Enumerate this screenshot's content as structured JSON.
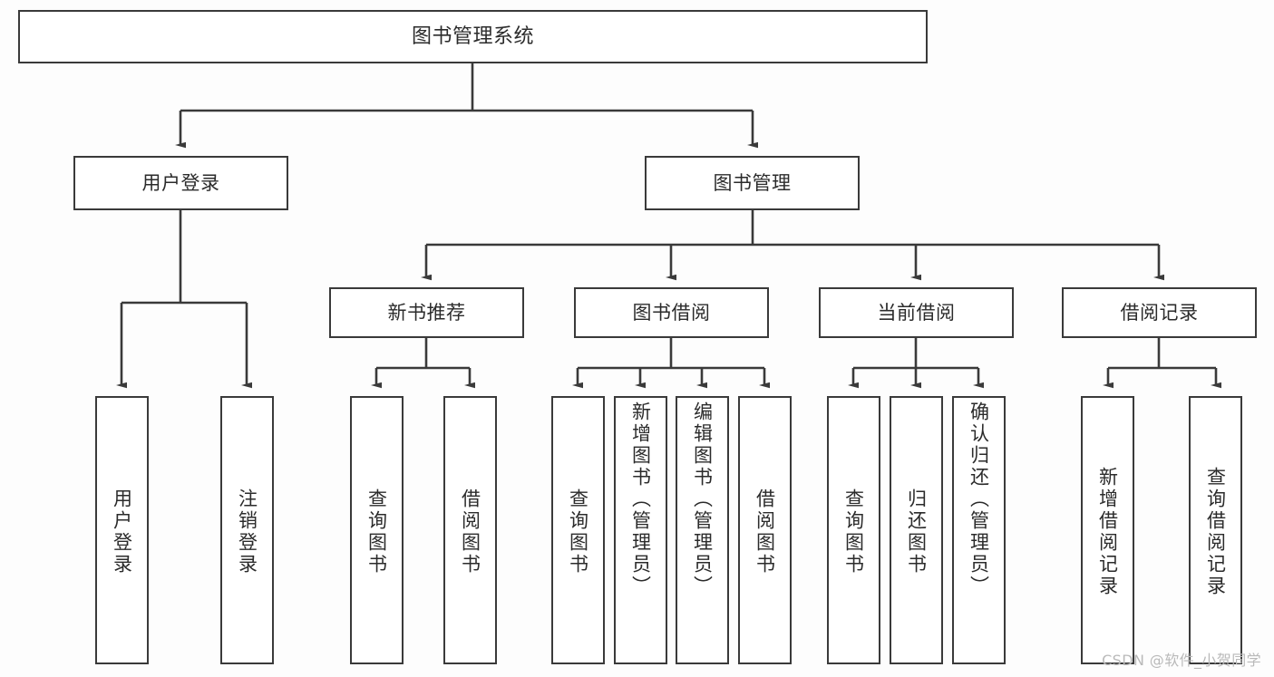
{
  "diagram": {
    "title": "图书管理系统",
    "type": "function-hierarchy-tree",
    "colors": {
      "background": "#fdfdfd",
      "box_fill": "#ffffff",
      "box_border": "#3a3a3a",
      "text": "#2b2b2b",
      "connector": "#3a3a3a",
      "watermark": "#b9b9b9"
    },
    "watermark": "CSDN @软件_小贺同学",
    "levels": {
      "root": {
        "label": "图书管理系统"
      },
      "level2": [
        {
          "label": "用户登录"
        },
        {
          "label": "图书管理"
        }
      ],
      "level3": [
        {
          "label": "新书推荐"
        },
        {
          "label": "图书借阅"
        },
        {
          "label": "当前借阅"
        },
        {
          "label": "借阅记录"
        }
      ],
      "leaves": {
        "user_login": [
          {
            "label": "用户登录"
          },
          {
            "label": "注销登录"
          }
        ],
        "new_book_recommend": [
          {
            "label": "查询图书"
          },
          {
            "label": "借阅图书"
          }
        ],
        "book_borrow": [
          {
            "label": "查询图书"
          },
          {
            "label": "新增图书（管理员）"
          },
          {
            "label": "编辑图书（管理员）"
          },
          {
            "label": "借阅图书"
          }
        ],
        "current_borrow": [
          {
            "label": "查询图书"
          },
          {
            "label": "归还图书"
          },
          {
            "label": "确认归还（管理员）"
          }
        ],
        "borrow_record": [
          {
            "label": "新增借阅记录"
          },
          {
            "label": "查询借阅记录"
          }
        ]
      }
    }
  }
}
